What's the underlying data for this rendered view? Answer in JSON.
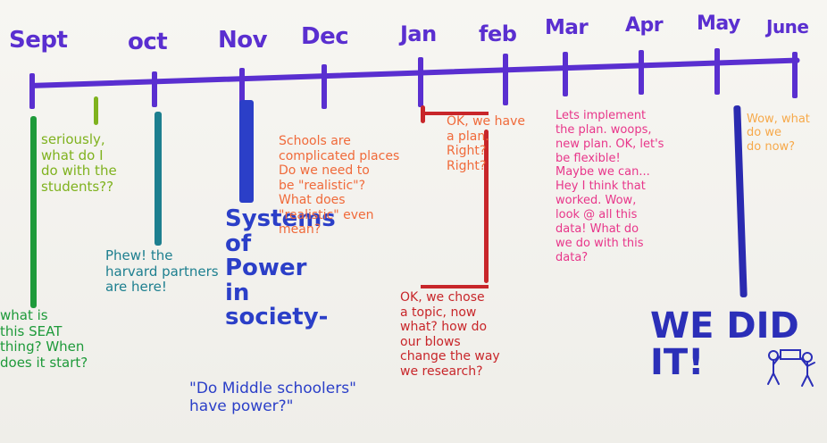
{
  "months": [
    "Sept",
    "oct",
    "Nov",
    "Dec",
    "Jan",
    "feb",
    "Mar",
    "Apr",
    "May",
    "June"
  ],
  "notes": {
    "seriously": "seriously,\nwhat do I\ndo with the\nstudents??",
    "what_is_seat": "what is\nthis SEAT\nthing? When\ndoes it start?",
    "phew": "Phew! the\nharvard partners\nare here!",
    "systems": "Systems\nof\nPower\nin\nsociety-",
    "do_middle": "\"Do Middle schoolers\"\nhave power?\"",
    "schools": "Schools are\ncomplicated places\nDo we need to\nbe \"realistic\"?\nWhat does\n\"realistic\" even\nmean?",
    "ok_plan": "OK, we have\na plan.\nRight?\nRight?",
    "ok_chose": "OK, we chose\na topic, now\nwhat? how do\nour blows\nchange the way\nwe research?",
    "lets_implement": "Lets implement\nthe plan. woops,\nnew plan. OK, let's\nbe flexible!\nMaybe we can...\nHey I think that\nworked. Wow,\nlook @ all this\ndata! What do\nwe do with this\ndata?",
    "wow_what": "Wow, what\ndo we\ndo now?",
    "we_did_it": "WE DID\nIT!"
  },
  "colors": {
    "timeline": "#5a2fd0",
    "lime": "#7fb21e",
    "green": "#1e9a3a",
    "teal": "#1d7f8f",
    "blue": "#2b3fc8",
    "orange": "#f06a3a",
    "red": "#c8262a",
    "pink": "#e8368a",
    "navy": "#2a2ab0",
    "light_orange": "#f6a94a"
  }
}
